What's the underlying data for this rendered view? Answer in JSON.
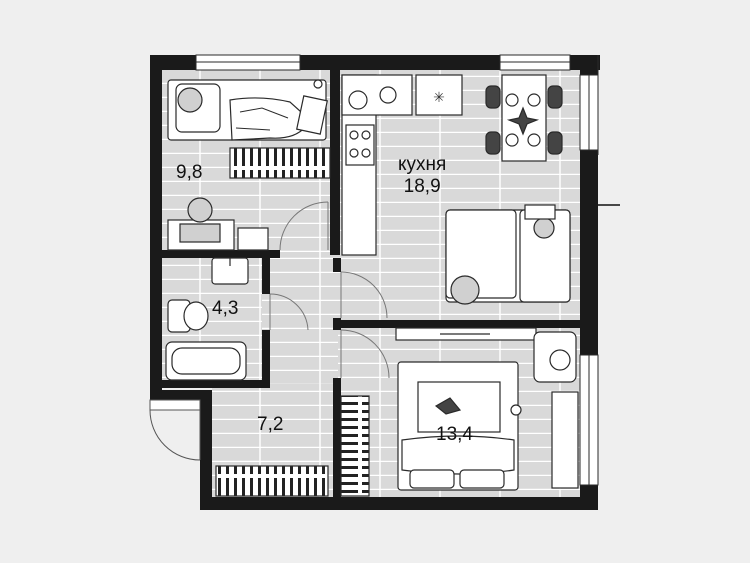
{
  "floorplan": {
    "colors": {
      "background": "#efefef",
      "floor": "#d9d9d9",
      "floor_lines": "#ffffff",
      "wall": "#1a1a1a",
      "furniture": "#ffffff",
      "outline": "#2a2a2a"
    },
    "rooms": {
      "bedroom_small": {
        "area": "9,8"
      },
      "kitchen": {
        "name": "кухня",
        "area": "18,9"
      },
      "bathroom": {
        "area": "4,3"
      },
      "hall": {
        "area": "7,2"
      },
      "bedroom_main": {
        "area": "13,4"
      }
    }
  }
}
